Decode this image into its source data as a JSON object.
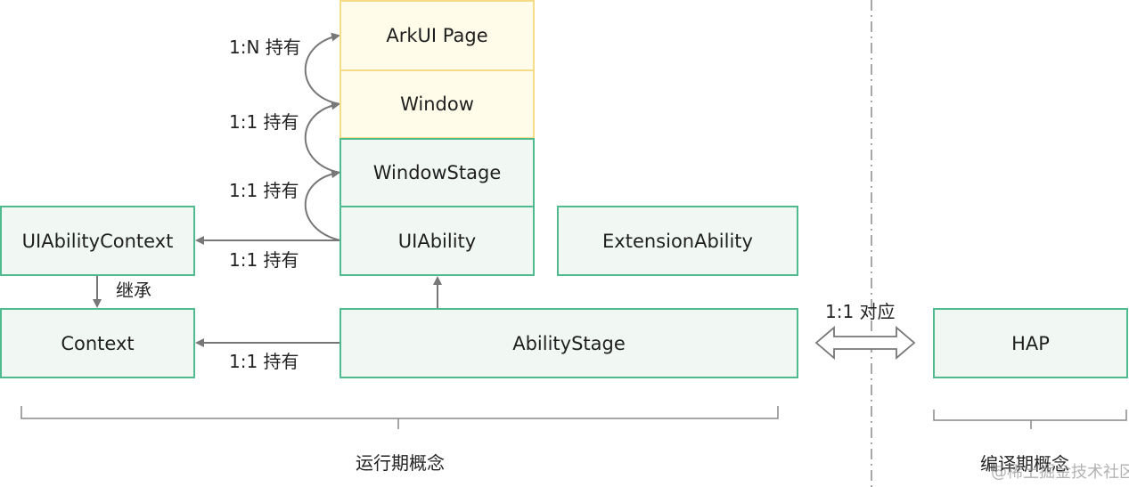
{
  "boxes": {
    "arkui_page": "ArkUI Page",
    "window": "Window",
    "window_stage": "WindowStage",
    "uiability": "UIAbility",
    "uiability_context": "UIAbilityContext",
    "extension_ability": "ExtensionAbility",
    "context": "Context",
    "ability_stage": "AbilityStage",
    "hap": "HAP"
  },
  "relations": {
    "arkui_window": "1:N 持有",
    "window_windowstage": "1:1 持有",
    "windowstage_uiability": "1:1 持有",
    "uiability_context": "1:1 持有",
    "inherit": "继承",
    "abilitystage_context": "1:1 持有",
    "mapping": "1:1 对应"
  },
  "groups": {
    "runtime": "运行期概念",
    "compile": "编译期概念"
  },
  "watermark": "@稀土掘金技术社区",
  "colors": {
    "green_border": "#4fbb8f",
    "green_fill": "#f1f8f4",
    "yellow_border": "#f4dd88",
    "yellow_fill": "#fffcea",
    "line": "#777777"
  }
}
